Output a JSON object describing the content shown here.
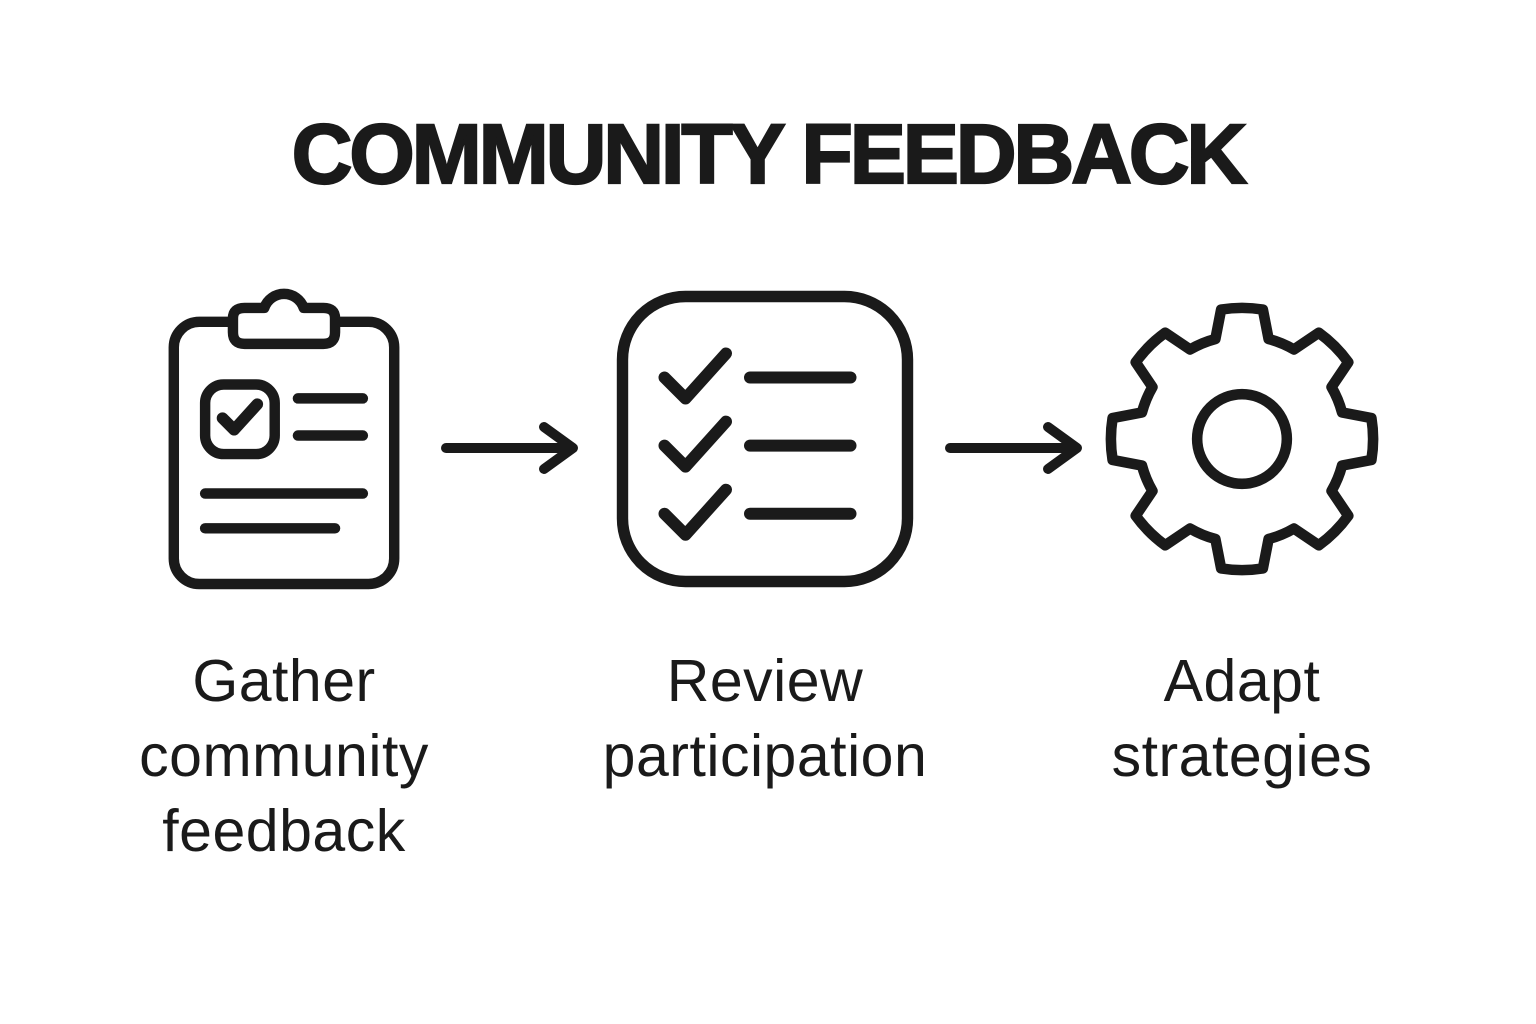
{
  "title": "COMMUNITY FEEDBACK",
  "steps": [
    {
      "id": "gather-feedback",
      "icon": "clipboard-check-icon",
      "label": "Gather community feedback"
    },
    {
      "id": "review-participation",
      "icon": "checklist-icon",
      "label": "Review participation"
    },
    {
      "id": "adapt-strategies",
      "icon": "gear-icon",
      "label": "Adapt strategies"
    }
  ],
  "connectors": [
    {
      "from": "gather-feedback",
      "to": "review-participation",
      "type": "arrow-right"
    },
    {
      "from": "review-participation",
      "to": "adapt-strategies",
      "type": "arrow-right"
    }
  ],
  "colors": {
    "background": "#ffffff",
    "ink": "#1a1a1a"
  }
}
